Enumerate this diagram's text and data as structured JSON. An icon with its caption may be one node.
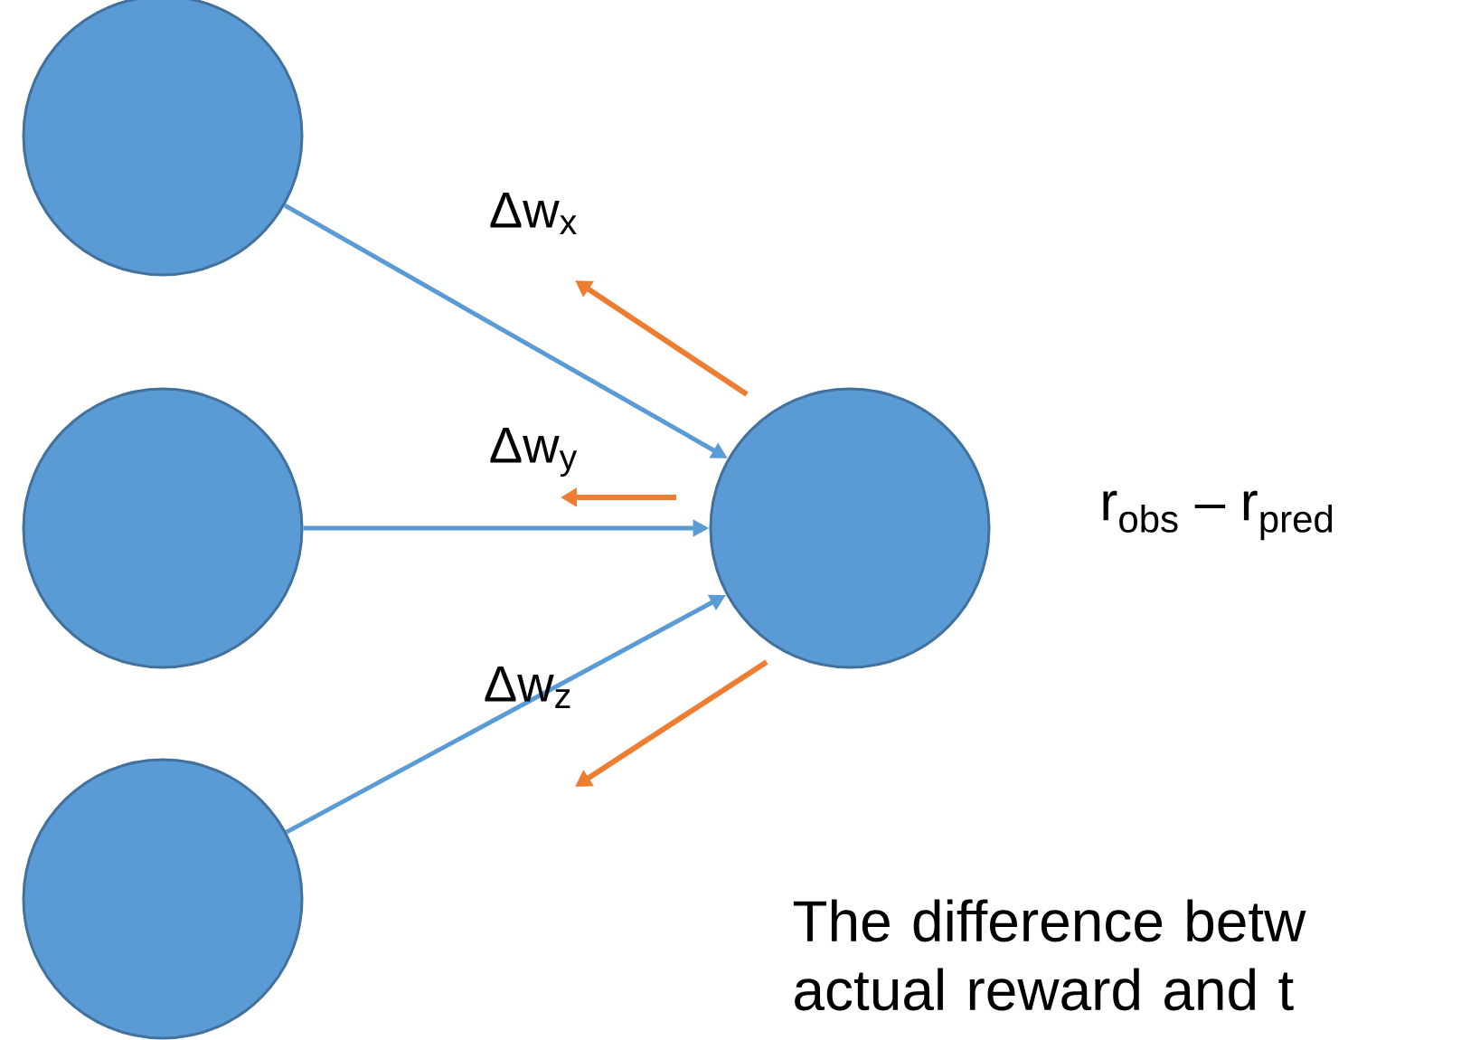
{
  "diagram": {
    "nodes": [
      {
        "text": [],
        "shape": "circle"
      },
      {
        "text": [],
        "shape": "circle"
      },
      {
        "text": [],
        "shape": "circle"
      },
      {
        "text": [],
        "shape": "circle"
      }
    ],
    "edges": [
      {
        "from": 0,
        "to": 3,
        "arrow": "to",
        "label": "Δw$_{x}$"
      },
      {
        "from": 1,
        "to": 3,
        "arrow": "to",
        "label": "Δw$_{y}$"
      },
      {
        "from": 2,
        "to": 3,
        "arrow": "to",
        "label": "Δw$_{z}$"
      }
    ],
    "labels": [
      "r$_{obs}$ – r$_{pred}$",
      "The difference betw actual reward and t"
    ]
  }
}
